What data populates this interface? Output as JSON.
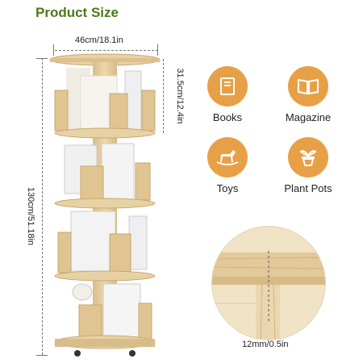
{
  "title": "Product Size",
  "dimensions": {
    "width": "46cm/18.1in",
    "shelf_height": "31.5cm/12.4in",
    "total_height": "130cm/51.18in",
    "thickness": "12mm/0.5in"
  },
  "features": [
    {
      "label": "Books",
      "icon": "books-icon"
    },
    {
      "label": "Magazine",
      "icon": "magazine-icon"
    },
    {
      "label": "Toys",
      "icon": "rocking-horse-icon"
    },
    {
      "label": "Plant Pots",
      "icon": "plant-pot-icon"
    }
  ],
  "colors": {
    "title": "#4b7a19",
    "icon_bg": "#e8a046",
    "wood": "#e6cfa0"
  }
}
